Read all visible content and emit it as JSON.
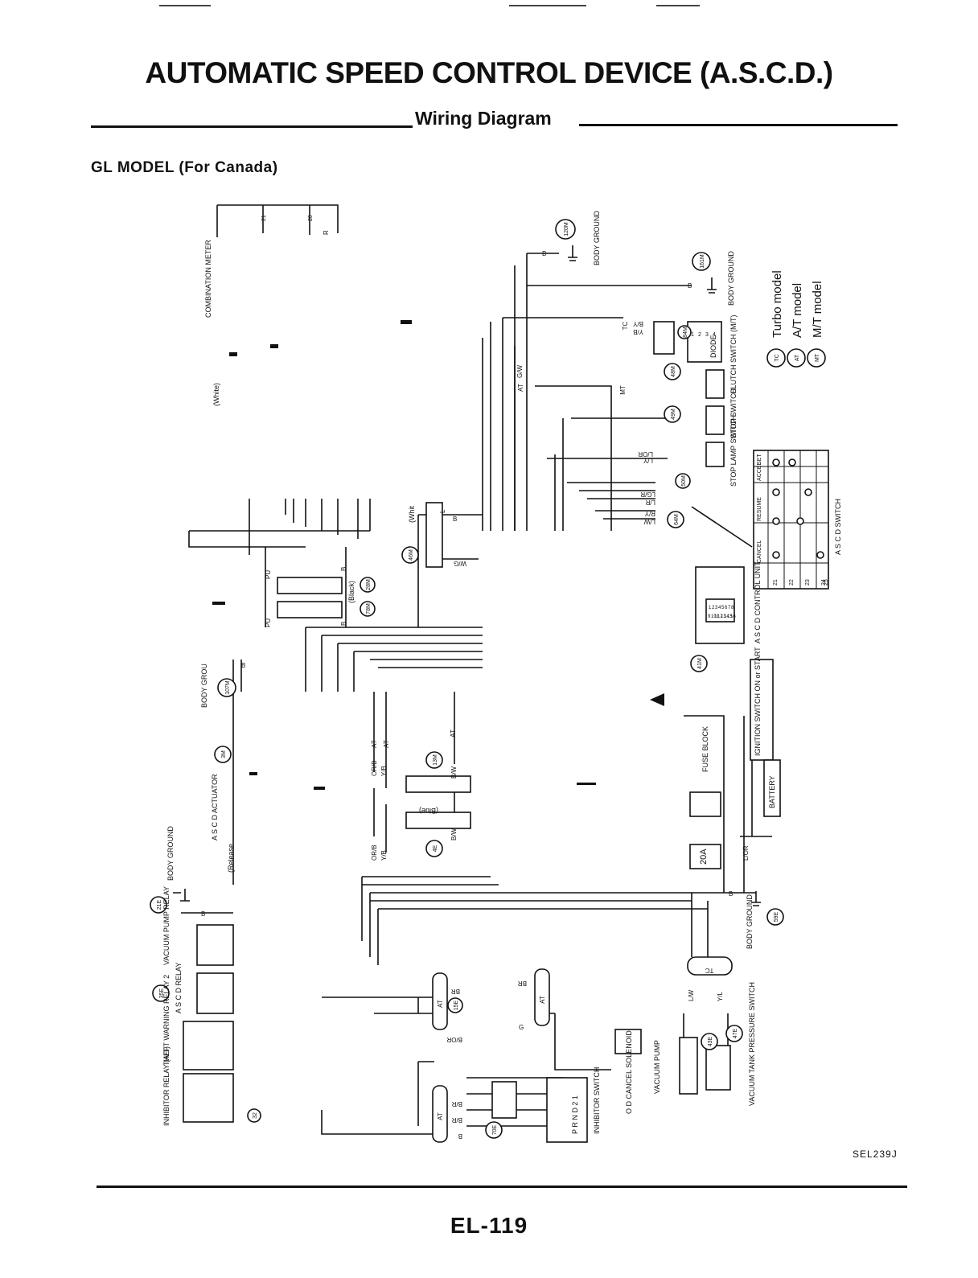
{
  "header": {
    "title": "AUTOMATIC SPEED CONTROL DEVICE (A.S.C.D.)",
    "subtitle": "Wiring Diagram",
    "model": "GL MODEL (For Canada)"
  },
  "legend": [
    {
      "symbol": "TC",
      "label": "Turbo model"
    },
    {
      "symbol": "AT",
      "label": "A/T model"
    },
    {
      "symbol": "MT",
      "label": "M/T model"
    }
  ],
  "components": {
    "combination_meter": "COMBINATION METER",
    "white": "(White)",
    "whit": "(Whit",
    "body_ground": "BODY GROUND",
    "body_grou": "BODY GROU",
    "diode": "DIODE",
    "clutch_switch": "CLUTCH SWITCH (M/T)",
    "stop_switch": "STOP SWITCH",
    "stop_lamp_switch": "STOP LAMP SWITCH",
    "ascd_switch": "A S C D SWITCH",
    "ascd_control_unit": "A S C D CONTROL UNIT",
    "ascd_actuator": "A S C D ACTUATOR",
    "release": "(Release",
    "black": "(Black)",
    "blue": "(Blue)",
    "fuse_block": "FUSE BLOCK",
    "ignition_switch": "IGNITION SWITCH ON or START",
    "battery": "BATTERY",
    "fuse_value": "20A",
    "vacuum_pump_relay": "VACUUM PUMP RELAY",
    "ascd_relay": "A S C D RELAY",
    "theft_warning_relay": "THEFT WARNING RELAY 2",
    "inhibitor_relay": "INHIBITOR RELAY (A/T)",
    "inhibitor_switch": "INHIBITOR SWITCH",
    "od_cancel_solenoid": "O D CANCEL SOLENOID",
    "vacuum_pump": "VACUUM PUMP",
    "vacuum_tank_pressure_switch": "VACUUM TANK PRESSURE SWITCH",
    "inhibitor_positions": "P R N D 2 1"
  },
  "connectors": [
    "120M",
    "161M",
    "84M",
    "48M",
    "49M",
    "50M",
    "64M",
    "46M",
    "28M",
    "78M",
    "107M",
    "3M",
    "41M",
    "13M",
    "4E",
    "21E",
    "35E",
    "15E",
    "70E",
    "43E",
    "47E",
    "59E",
    "32"
  ],
  "ascd_switch_table": {
    "columns": [
      "CANCEL",
      "RESUME",
      "ACCEL",
      "SET"
    ],
    "rows": [
      "21",
      "22",
      "23",
      "24",
      "25"
    ]
  },
  "control_unit_pins": {
    "top": [
      "1",
      "2",
      "3",
      "4",
      "5",
      "6",
      "7",
      "8"
    ],
    "bottom": [
      "9",
      "10",
      "11",
      "12",
      "13",
      "14",
      "15",
      "16"
    ]
  },
  "diode_pins": [
    "1",
    "2",
    "3",
    "4"
  ],
  "meter_pins": [
    "21",
    "20"
  ],
  "wire_labels": [
    "B",
    "B/Y",
    "Y/B",
    "G/W",
    "L/Y",
    "Y/L",
    "L/OR",
    "LG/R",
    "L/R",
    "R/Y",
    "L/W",
    "PU",
    "OR/B",
    "B/W",
    "BR",
    "G",
    "B/R",
    "B/OR",
    "Y/L",
    "L/W",
    "R",
    "W/G",
    "L"
  ],
  "footer": {
    "code": "SEL239J",
    "page": "EL-119"
  },
  "colors": {
    "ink": "#111111",
    "paper": "#ffffff"
  }
}
